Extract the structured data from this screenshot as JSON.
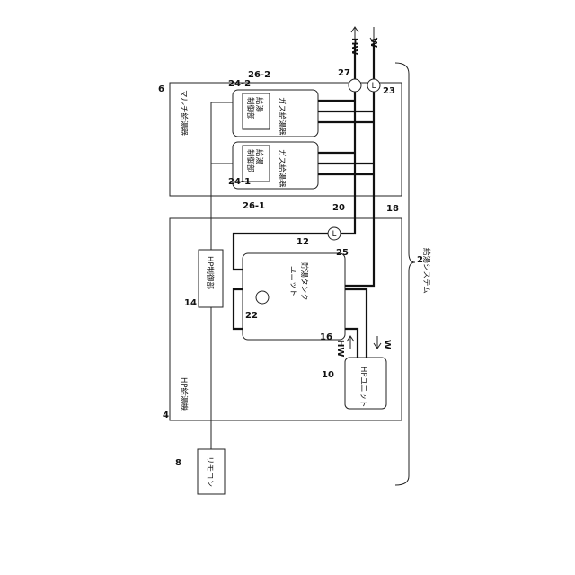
{
  "labels": {
    "multi_heater_title": "マルチ給湯器",
    "hp_heater_title": "HP給湯機",
    "hp_control": "HP制御部",
    "storage_tank_line1": "貯湯タンク",
    "storage_tank_line2": "ユニット",
    "hp_unit": "HPユニット",
    "remote": "リモコン",
    "gas_heater_1": "ガス給湯器",
    "gas_heater_2": "ガス給湯器",
    "ctrl_1_line1": "給湯",
    "ctrl_1_line2": "制御部",
    "ctrl_2_line1": "給湯",
    "ctrl_2_line2": "制御部",
    "system_title": "給湯システム"
  },
  "refs": {
    "system": "2",
    "hp_heater": "4",
    "multi_heater": "6",
    "remote": "8",
    "hp_unit": "10",
    "tank": "12",
    "hp_control": "14",
    "hp_pipe": "16",
    "pipe_18": "18",
    "pipe_20": "20",
    "sensor_22": "22",
    "sensor_23": "23",
    "ctrl_1": "24-1",
    "ctrl_2": "24-2",
    "sensor_25": "25",
    "heater_1": "26-1",
    "heater_2": "26-2",
    "sensor_27": "27"
  },
  "flows": {
    "hw_out": "HW",
    "w_in": "W",
    "hw_hp": "HW",
    "w_hp": "W"
  },
  "sensor_letters": {
    "s23": "L",
    "s25": "L"
  }
}
